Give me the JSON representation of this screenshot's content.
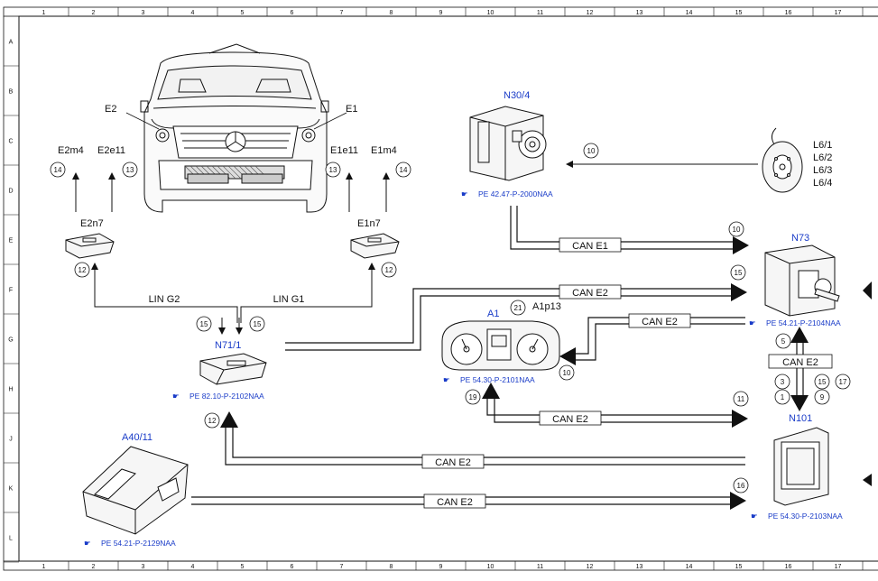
{
  "grid": {
    "columns": [
      "1",
      "2",
      "3",
      "4",
      "5",
      "6",
      "7",
      "8",
      "9",
      "10",
      "11",
      "12",
      "13",
      "14",
      "15",
      "16",
      "17"
    ],
    "rows": [
      "A",
      "B",
      "C",
      "D",
      "E",
      "F",
      "G",
      "H",
      "J",
      "K",
      "L"
    ]
  },
  "components": {
    "e2": "E2",
    "e1": "E1",
    "e2m4": "E2m4",
    "e2e11": "E2e11",
    "e1e11": "E1e11",
    "e1m4": "E1m4",
    "e2n7": "E2n7",
    "e1n7": "E1n7",
    "n30_4": "N30/4",
    "n73": "N73",
    "a1": "A1",
    "a1p13": "A1p13",
    "n71_1": "N71/1",
    "n101": "N101",
    "a40_11": "A40/11",
    "l6_1": "L6/1",
    "l6_2": "L6/2",
    "l6_3": "L6/3",
    "l6_4": "L6/4"
  },
  "refs": {
    "n30_4": "PE 42.47-P-2000NAA",
    "n73": "PE 54.21-P-2104NAA",
    "a1": "PE 54.30-P-2101NAA",
    "n71_1": "PE 82.10-P-2102NAA",
    "n101": "PE 54.30-P-2103NAA",
    "a40_11": "PE 54.21-P-2129NAA"
  },
  "buses": {
    "lin_g2": "LIN G2",
    "lin_g1": "LIN G1",
    "can_e1": "CAN E1",
    "can_e2": "CAN E2"
  },
  "numbers": {
    "n14": "14",
    "n13": "13",
    "n12": "12",
    "n15": "15",
    "n10": "10",
    "n21": "21",
    "n19": "19",
    "n11": "11",
    "n16": "16",
    "n5": "5",
    "n3": "3",
    "n1": "1",
    "n17": "17",
    "n9": "9"
  }
}
